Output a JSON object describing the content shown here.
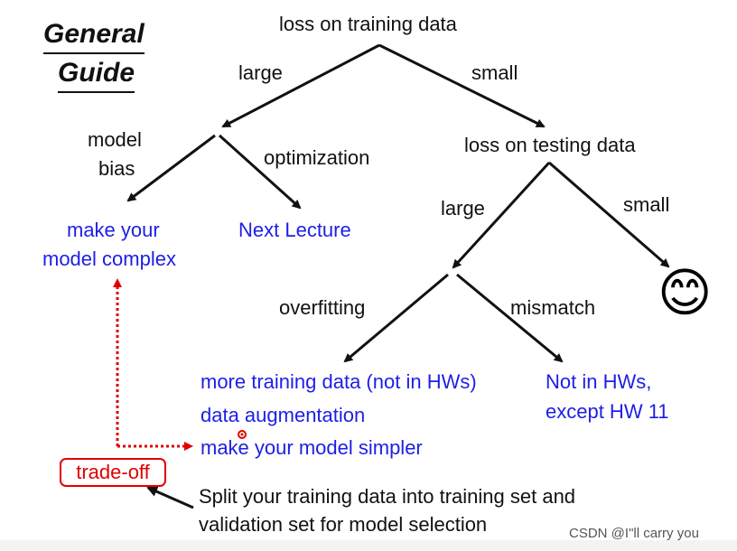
{
  "title": {
    "line1": "General",
    "line2": "Guide"
  },
  "nodes": {
    "root": "loss on training data",
    "testing": "loss on testing data",
    "model_bias_line1": "model",
    "model_bias_line2": "bias",
    "optimization": "optimization",
    "overfitting": "overfitting",
    "mismatch": "mismatch"
  },
  "edges": {
    "root_large": "large",
    "root_small": "small",
    "testing_large": "large",
    "testing_small": "small"
  },
  "outcomes": {
    "complex_line1": "make your",
    "complex_line2": "model complex",
    "next_lecture": "Next Lecture",
    "overfit_line1": "more training data (not in HWs)",
    "overfit_line2": "data augmentation",
    "overfit_line3": "make your model simpler",
    "mismatch_line1": "Not in HWs,",
    "mismatch_line2": "except HW 11",
    "smiley": "😊"
  },
  "tradeoff_label": "trade-off",
  "caption": {
    "line1": "Split your training data into training set and",
    "line2": "validation set for model selection"
  },
  "watermark": "CSDN @I\"ll  carry  you",
  "colors": {
    "text": "#111111",
    "blue": "#1e1ee6",
    "red": "#e00000"
  }
}
